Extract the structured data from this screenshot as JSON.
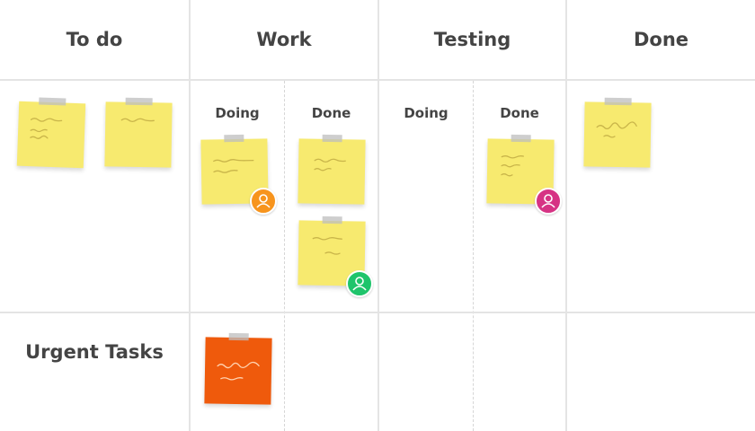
{
  "columns": {
    "todo": "To do",
    "work": "Work",
    "testing": "Testing",
    "done": "Done"
  },
  "subcolumns": {
    "work_doing": "Doing",
    "work_done": "Done",
    "testing_doing": "Doing",
    "testing_done": "Done"
  },
  "swimlanes": {
    "urgent": "Urgent Tasks"
  },
  "colors": {
    "sticky_note": "#f7ea6f",
    "urgent_note": "#ef5a0c",
    "avatar_orange": "#f7941d",
    "avatar_green": "#1fc46b",
    "avatar_pink": "#d63384",
    "grid_line": "#e4e4e4"
  },
  "icons": {
    "avatar": "user-avatar-icon",
    "tape": "tape-strip"
  }
}
